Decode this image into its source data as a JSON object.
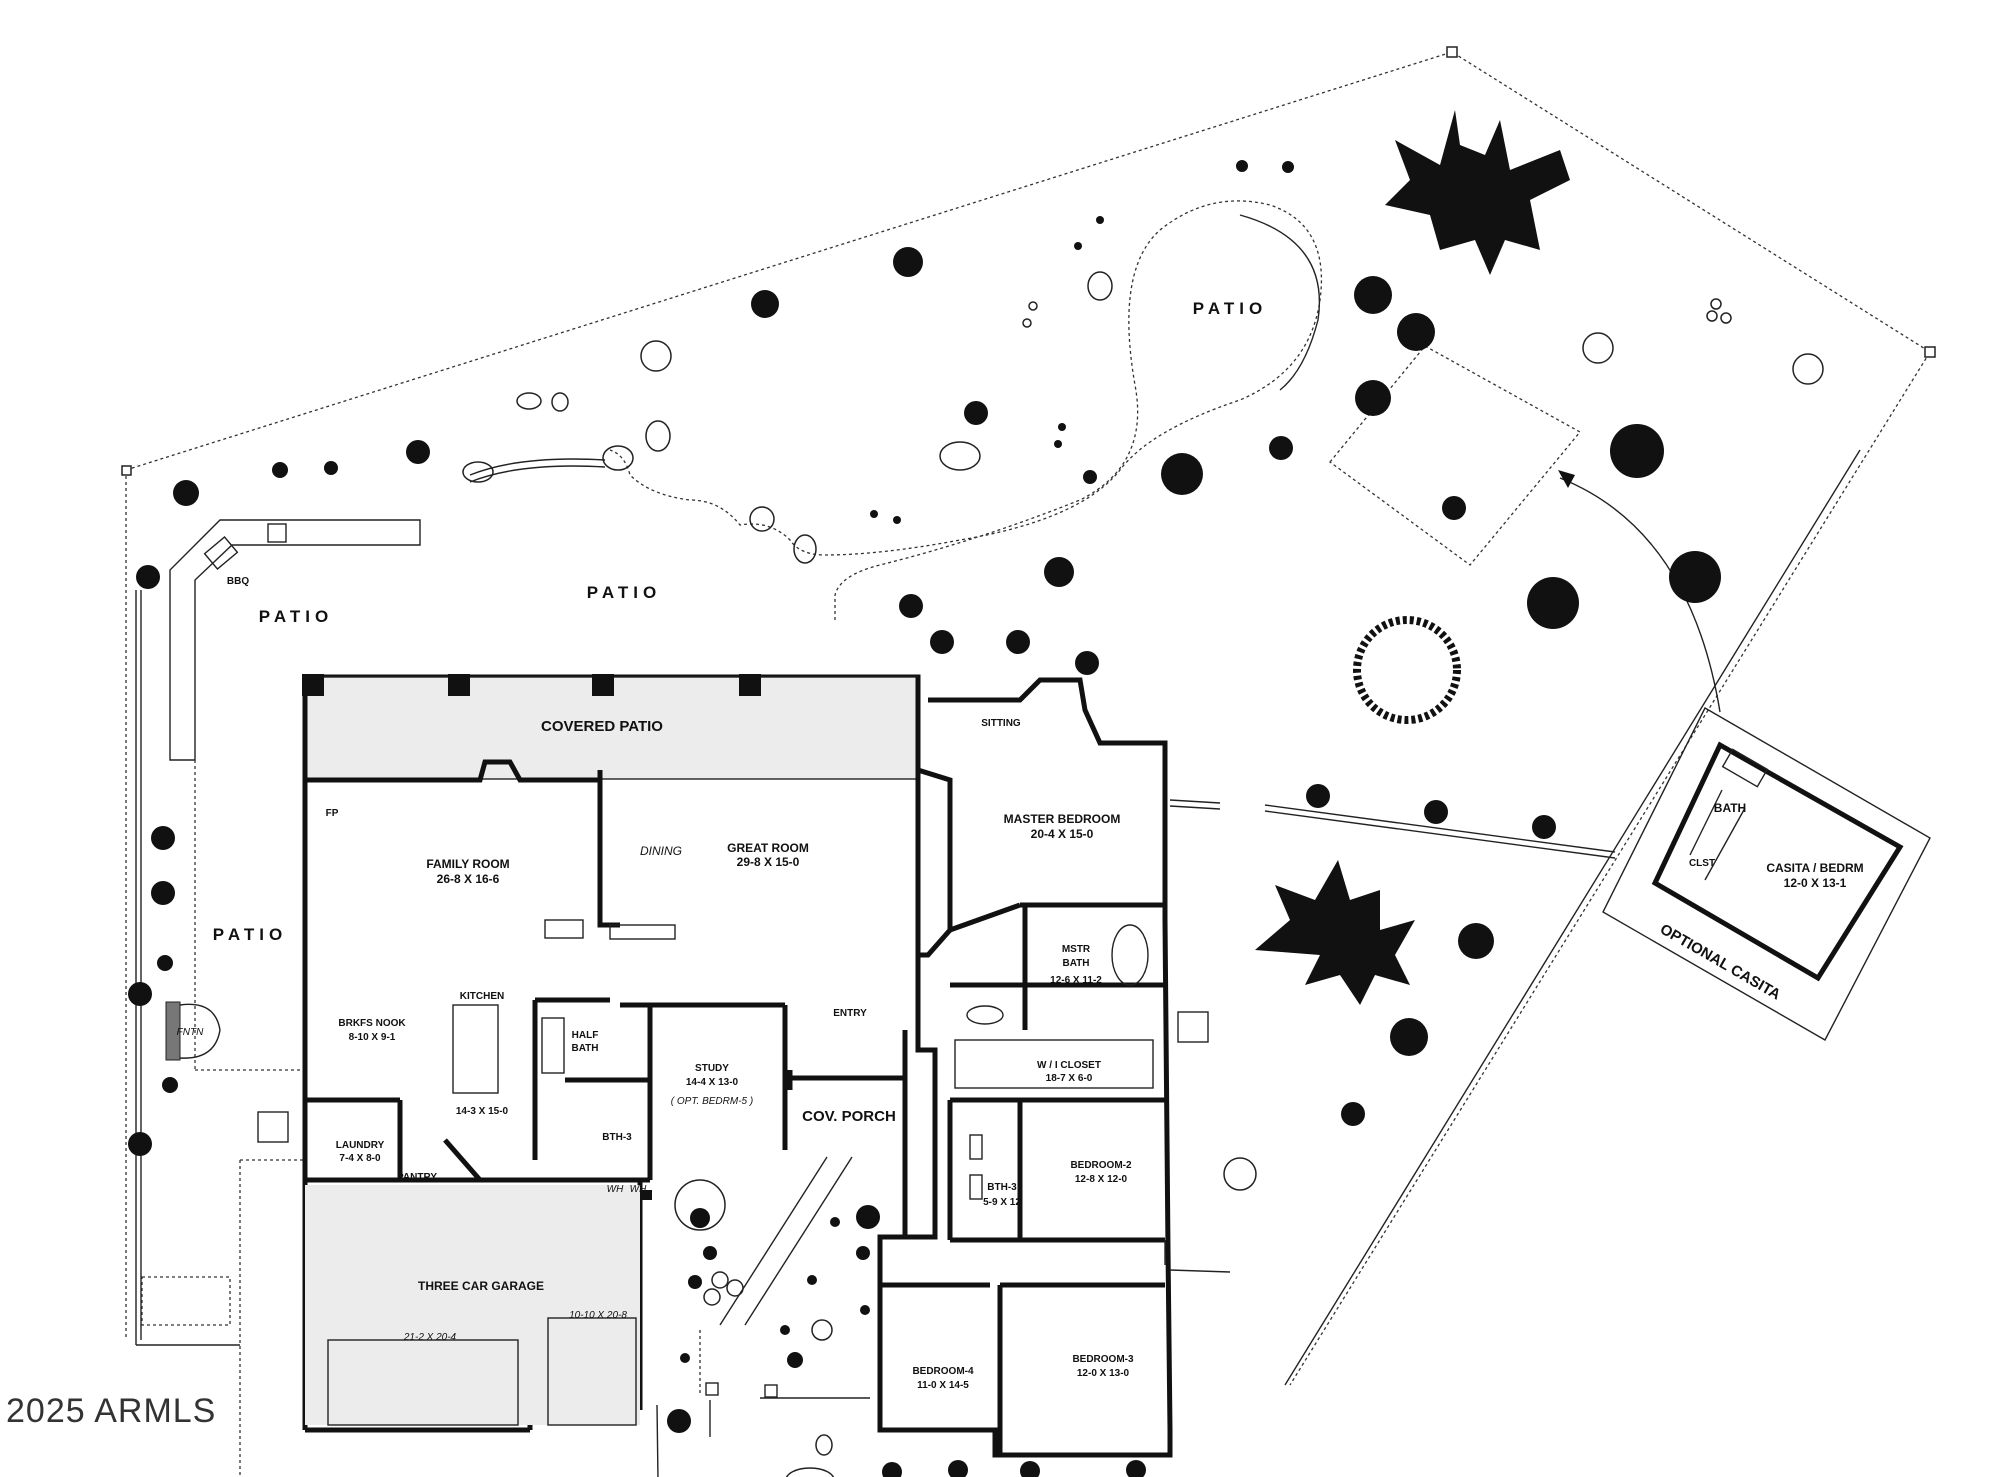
{
  "copyright": "2025 ARMLS",
  "rooms": {
    "patio_top": "PATIO",
    "patio_center": "PATIO",
    "patio_left_top": "PATIO",
    "patio_left": "PATIO",
    "bbq": "BBQ",
    "covered_patio": "COVERED PATIO",
    "sitting": "SITTING",
    "master_bedroom": "MASTER BEDROOM",
    "master_bedroom_dim": "20-4  X  15-0",
    "family_room": "FAMILY ROOM",
    "family_room_dim": "26-8  X  16-6",
    "dining": "DINING",
    "great_room": "GREAT ROOM",
    "great_room_dim": "29-8  X  15-0",
    "fp": "FP",
    "mstr_bath": "MSTR",
    "mstr_bath_2": "BATH",
    "mstr_bath_dim": "12-6 X 11-2",
    "brkfs_nook": "BRKFS NOOK",
    "brkfs_nook_dim": "8-10  X  9-1",
    "kitchen": "KITCHEN",
    "kitchen_dim": "14-3 X 15-0",
    "half_bath": "HALF",
    "half_bath_2": "BATH",
    "study": "STUDY",
    "study_dim": "14-4 X 13-0",
    "study_opt": "( OPT. BEDRM-5 )",
    "entry": "ENTRY",
    "wi_closet": "W / I  CLOSET",
    "wi_closet_dim": "18-7  X  6-0",
    "cov_porch": "COV. PORCH",
    "bth3_a": "BTH-3",
    "laundry": "LAUNDRY",
    "laundry_dim": "7-4 X 8-0",
    "pantry": "PANTRY",
    "bedroom2": "BEDROOM-2",
    "bedroom2_dim": "12-8  X  12-0",
    "bth3_b": "BTH-3",
    "bth3_b_dim": "5-9 X 12",
    "three_car_garage": "THREE CAR GARAGE",
    "garage_dim_a": "21-2  X  20-4",
    "garage_dim_b": "10-10 X 20-8",
    "bedroom4": "BEDROOM-4",
    "bedroom4_dim": "11-0  X  14-5",
    "bedroom3": "BEDROOM-3",
    "bedroom3_dim": "12-0  X  13-0",
    "fntn": "FNTN",
    "wh1": "WH",
    "wh2": "WH",
    "bath": "BATH",
    "clst": "CLST",
    "casita": "CASITA / BEDRM",
    "casita_dim": "12-0  X  13-1",
    "optional_casita": "OPTIONAL CASITA"
  }
}
